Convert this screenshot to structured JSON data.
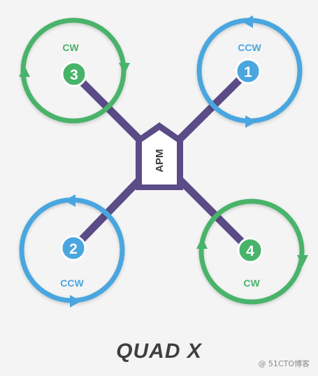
{
  "title": "QUAD X",
  "controller_label": "APM",
  "motors": [
    {
      "number": "1",
      "rotation": "CCW",
      "color": "#4aa6df"
    },
    {
      "number": "2",
      "rotation": "CCW",
      "color": "#4aa6df"
    },
    {
      "number": "3",
      "rotation": "CW",
      "color": "#48b36a"
    },
    {
      "number": "4",
      "rotation": "CW",
      "color": "#48b36a"
    }
  ],
  "colors": {
    "arm": "#5b4b86",
    "ccw": "#4aa6df",
    "cw": "#48b36a",
    "background": "#f4f4f4"
  },
  "watermark": "@ 51CTO博客"
}
